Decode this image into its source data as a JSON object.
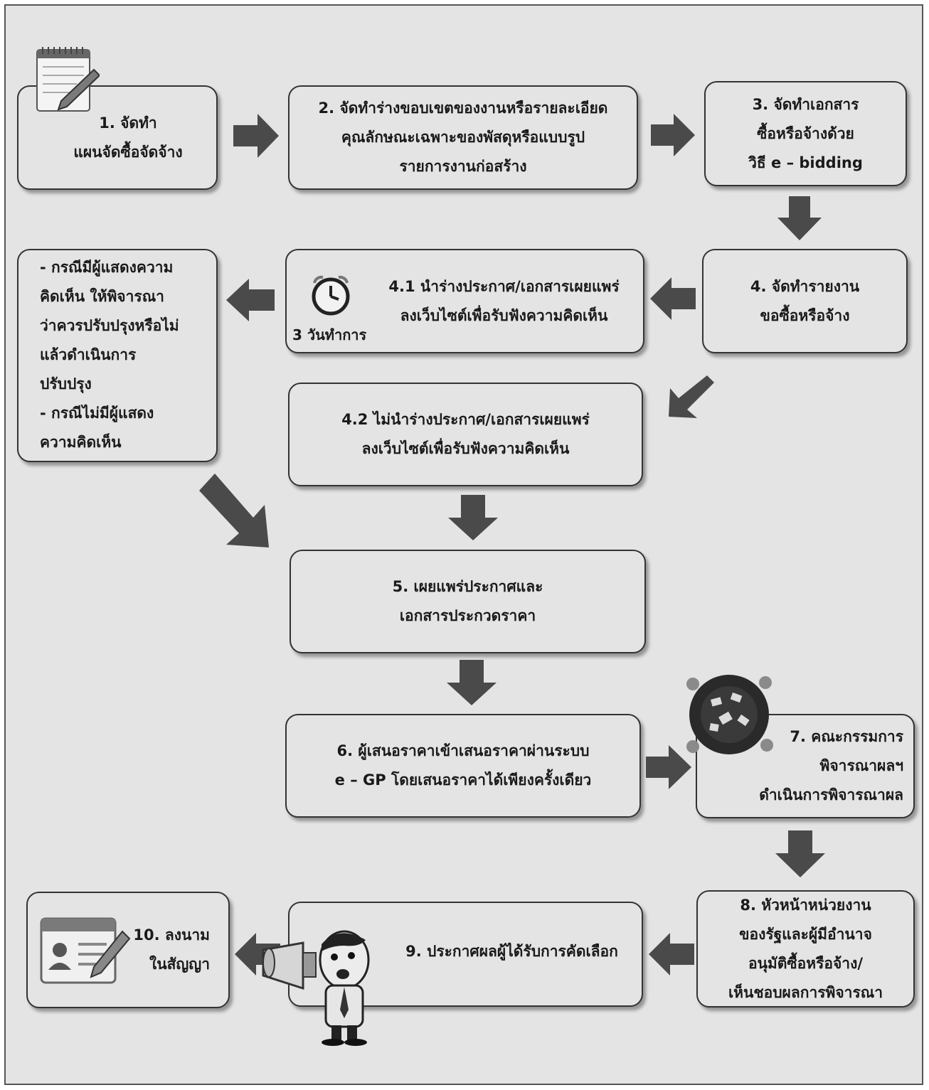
{
  "steps": {
    "s1": [
      "1. จัดทำ",
      "แผนจัดซื้อจัดจ้าง"
    ],
    "s2": [
      "2. จัดทำร่างขอบเขตของงานหรือรายละเอียด",
      "คุณลักษณะเฉพาะของพัสดุหรือแบบรูป",
      "รายการงานก่อสร้าง"
    ],
    "s3": [
      "3. จัดทำเอกสาร",
      "ซื้อหรือจ้างด้วย",
      "วิธี e – bidding"
    ],
    "s4": [
      "4. จัดทำรายงาน",
      "ขอซื้อหรือจ้าง"
    ],
    "s41": [
      "4.1 นำร่างประกาศ/เอกสารเผยแพร่",
      "ลงเว็บไซต์เพื่อรับฟังความคิดเห็น"
    ],
    "s41_note": "3 วันทำการ",
    "comment": [
      "- กรณีมีผู้แสดงความ",
      "คิดเห็น ให้พิจารณา",
      "ว่าควรปรับปรุงหรือไม่",
      "แล้วดำเนินการ",
      "ปรับปรุง",
      "- กรณีไม่มีผู้แสดง",
      "ความคิดเห็น"
    ],
    "s42": [
      "4.2 ไม่นำร่างประกาศ/เอกสารเผยแพร่",
      "ลงเว็บไซต์เพื่อรับฟังความคิดเห็น"
    ],
    "s5": [
      "5. เผยแพร่ประกาศและ",
      "เอกสารประกวดราคา"
    ],
    "s6": [
      "6. ผู้เสนอราคาเข้าเสนอราคาผ่านระบบ",
      "e – GP โดยเสนอราคาได้เพียงครั้งเดียว"
    ],
    "s7": [
      "7. คณะกรรมการ",
      "พิจารณาผลฯ",
      "ดำเนินการพิจารณาผล"
    ],
    "s8": [
      "8. หัวหน้าหน่วยงาน",
      "ของรัฐและผู้มีอำนาจ",
      "อนุมัติซื้อหรือจ้าง/",
      "เห็นชอบผลการพิจารณา"
    ],
    "s9": [
      "9. ประกาศผลผู้ได้รับการคัดเลือก"
    ],
    "s10": [
      "10. ลงนาม",
      "ในสัญญา"
    ]
  },
  "icons": {
    "notepad": "notepad-pencil-icon",
    "clock": "alarm-clock-icon",
    "meeting": "meeting-table-icon",
    "megaphone": "megaphone-man-icon",
    "idcard": "id-card-pencil-icon"
  },
  "colors": {
    "background": "#e4e4e4",
    "box_border": "#333333",
    "arrow": "#4a4a4a"
  }
}
